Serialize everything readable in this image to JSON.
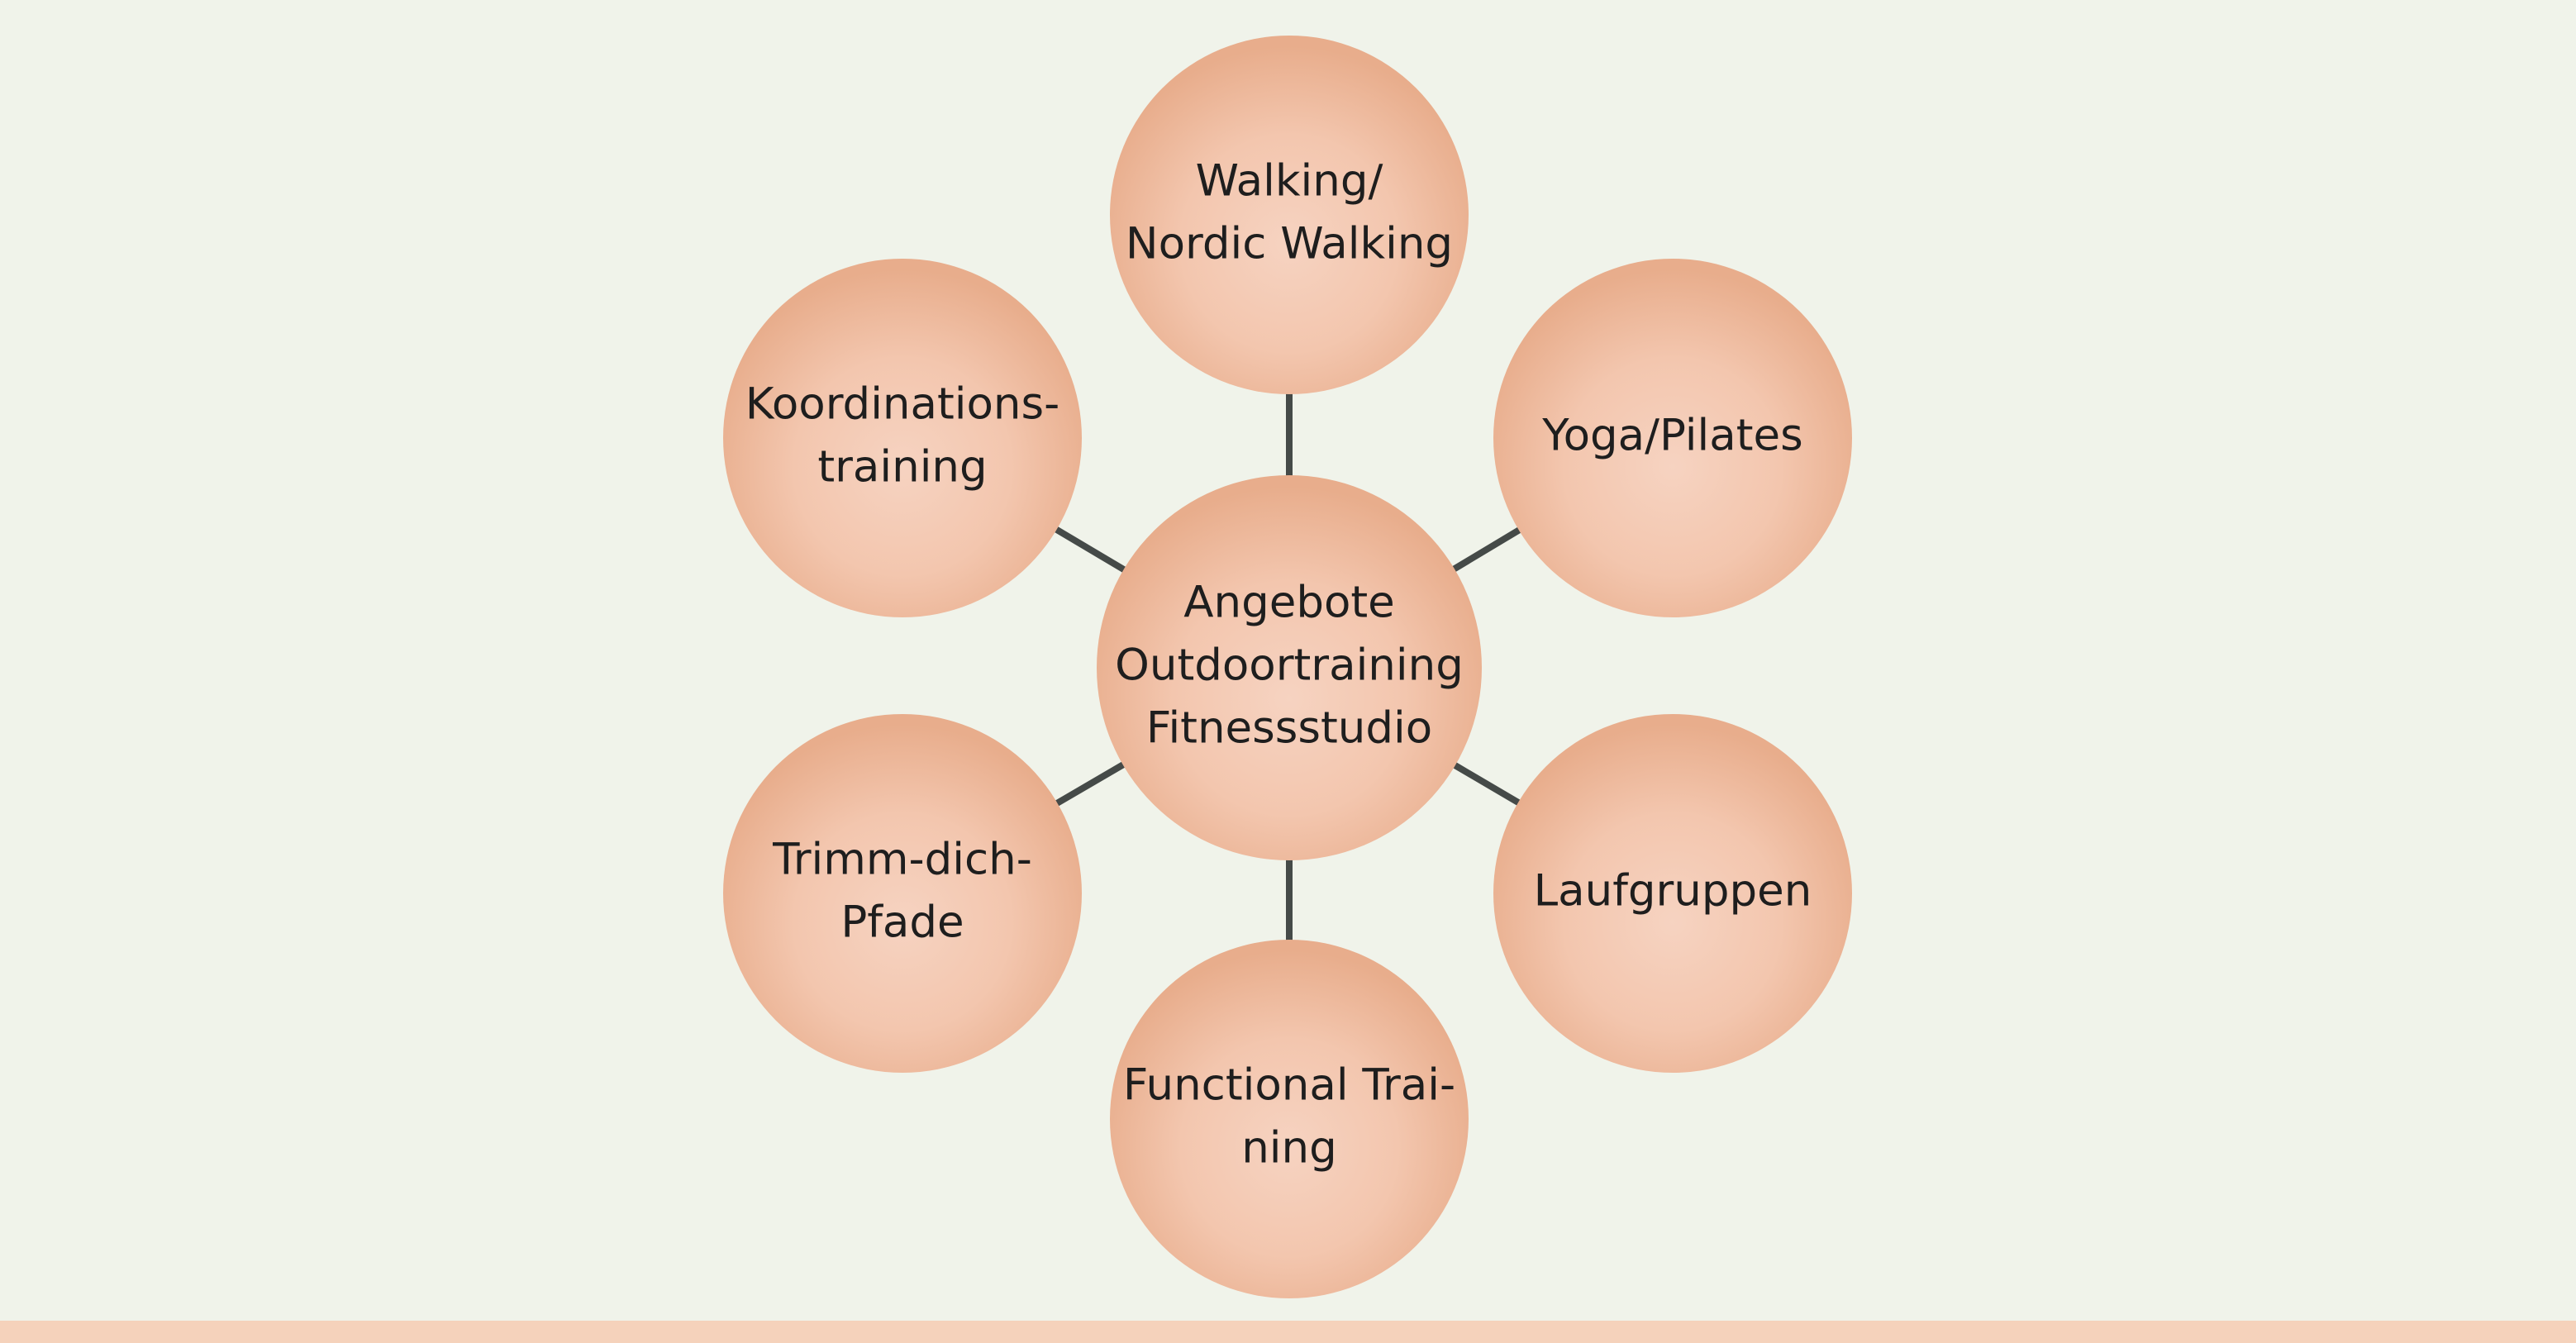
{
  "colors": {
    "background": "#f0f3ea",
    "circle_center": "#f6d3c1",
    "circle_edge": "#e8ad8c",
    "connector": "#454a48",
    "text": "#1e1e1e",
    "bottom_band": "#f5d2bb"
  },
  "diagram": {
    "center": {
      "id": "center",
      "lines": [
        "Angebote",
        "Outdoortraining",
        "Fitnessstudio"
      ]
    },
    "nodes": [
      {
        "id": "walking",
        "lines": [
          "Walking/",
          "Nordic Walking"
        ]
      },
      {
        "id": "yoga",
        "lines": [
          "Yoga/Pilates"
        ]
      },
      {
        "id": "laufgruppen",
        "lines": [
          "Laufgruppen"
        ]
      },
      {
        "id": "functional",
        "lines": [
          "Functional Trai-",
          "ning"
        ]
      },
      {
        "id": "trimm",
        "lines": [
          "Trimm-dich-",
          "Pfade"
        ]
      },
      {
        "id": "koordination",
        "lines": [
          "Koordinations-",
          "training"
        ]
      }
    ]
  }
}
